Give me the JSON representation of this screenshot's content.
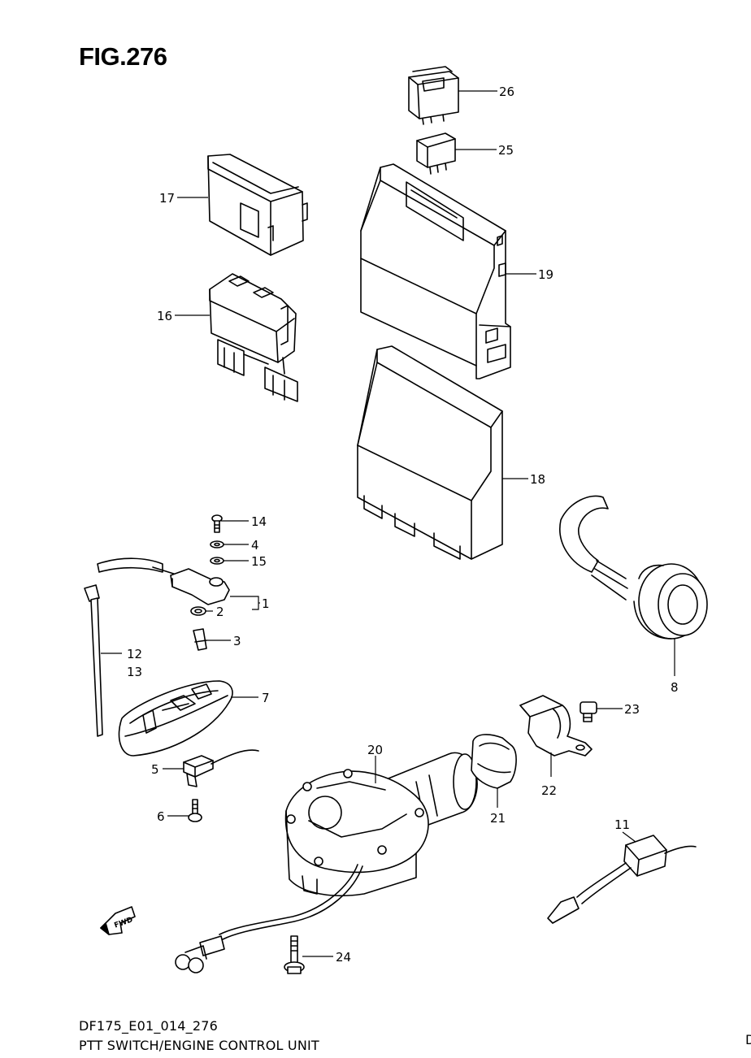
{
  "figure": {
    "title": "FIG.276",
    "code": "DF175_E01_014_276",
    "name": "PTT SWITCH/ENGINE CONTROL UNIT",
    "edge_glyph": "D"
  },
  "fwd_arrow_text": "FWD",
  "callouts": {
    "p1": "1",
    "p2": "2",
    "p3": "3",
    "p4": "4",
    "p5": "5",
    "p6": "6",
    "p7": "7",
    "p8": "8",
    "p11": "11",
    "p12": "12",
    "p13": "13",
    "p14": "14",
    "p15": "15",
    "p16": "16",
    "p17": "17",
    "p18": "18",
    "p19": "19",
    "p20": "20",
    "p21": "21",
    "p22": "22",
    "p23": "23",
    "p24": "24",
    "p25": "25",
    "p26": "26"
  }
}
